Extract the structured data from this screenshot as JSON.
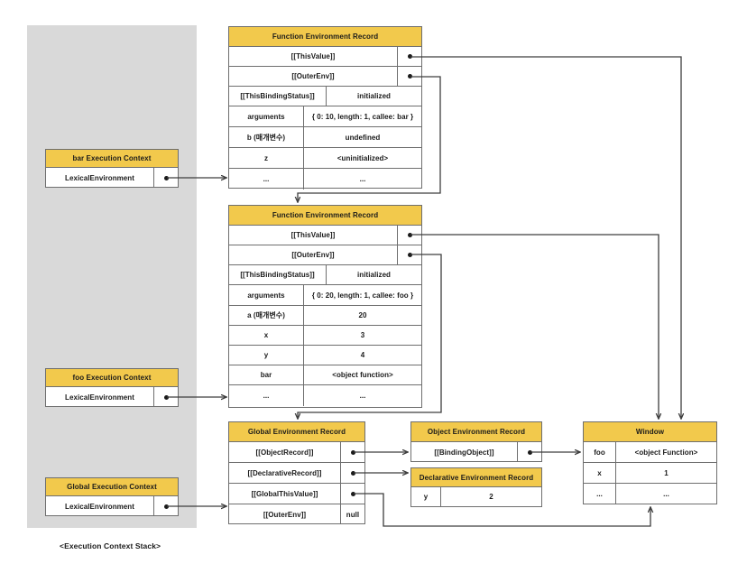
{
  "stack": {
    "caption": "<Execution Context Stack>",
    "contexts": [
      {
        "title": "bar Execution Context",
        "field": "LexicalEnvironment"
      },
      {
        "title": "foo Execution Context",
        "field": "LexicalEnvironment"
      },
      {
        "title": "Global Execution Context",
        "field": "LexicalEnvironment"
      }
    ]
  },
  "records": {
    "fer_bar": {
      "title": "Function Environment Record",
      "rows": [
        {
          "key": "[[ThisValue]]",
          "value": "",
          "kind": "full-pointer"
        },
        {
          "key": "[[OuterEnv]]",
          "value": "",
          "kind": "full-pointer"
        },
        {
          "key": "[[ThisBindingStatus]]",
          "value": "initialized",
          "kind": "split-wide"
        },
        {
          "key": "arguments",
          "value": "{ 0: 10, length: 1, callee: bar }",
          "kind": "split"
        },
        {
          "key": "b (매개변수)",
          "value": "undefined",
          "kind": "split"
        },
        {
          "key": "z",
          "value": "<uninitialized>",
          "kind": "split"
        },
        {
          "key": "...",
          "value": "...",
          "kind": "split"
        }
      ]
    },
    "fer_foo": {
      "title": "Function Environment Record",
      "rows": [
        {
          "key": "[[ThisValue]]",
          "value": "",
          "kind": "full-pointer"
        },
        {
          "key": "[[OuterEnv]]",
          "value": "",
          "kind": "full-pointer"
        },
        {
          "key": "[[ThisBindingStatus]]",
          "value": "initialized",
          "kind": "split-wide"
        },
        {
          "key": "arguments",
          "value": "{ 0: 20, length: 1, callee: foo }",
          "kind": "split"
        },
        {
          "key": "a (매개변수)",
          "value": "20",
          "kind": "split"
        },
        {
          "key": "x",
          "value": "3",
          "kind": "split"
        },
        {
          "key": "y",
          "value": "4",
          "kind": "split"
        },
        {
          "key": "bar",
          "value": "<object function>",
          "kind": "split"
        },
        {
          "key": "...",
          "value": "...",
          "kind": "split"
        }
      ]
    },
    "global_env": {
      "title": "Global Environment Record",
      "rows": [
        {
          "key": "[[ObjectRecord]]",
          "value": "",
          "kind": "pointer"
        },
        {
          "key": "[[DeclarativeRecord]]",
          "value": "",
          "kind": "pointer"
        },
        {
          "key": "[[GlobalThisValue]]",
          "value": "",
          "kind": "pointer"
        },
        {
          "key": "[[OuterEnv]]",
          "value": "null",
          "kind": "value"
        }
      ]
    },
    "object_env": {
      "title": "Object Environment Record",
      "rows": [
        {
          "key": "[[BindingObject]]",
          "value": "",
          "kind": "pointer"
        }
      ]
    },
    "declarative_env": {
      "title": "Declarative Environment Record",
      "rows": [
        {
          "key": "y",
          "value": "2",
          "kind": "split"
        }
      ]
    },
    "window": {
      "title": "Window",
      "rows": [
        {
          "key": "foo",
          "value": "<object Function>",
          "kind": "split"
        },
        {
          "key": "x",
          "value": "1",
          "kind": "split"
        },
        {
          "key": "...",
          "value": "...",
          "kind": "split"
        }
      ]
    }
  },
  "colors": {
    "header": "#f2c94c",
    "panel": "#d9d9d9",
    "border": "#6e6e6e",
    "wire": "#3d3d3d"
  }
}
